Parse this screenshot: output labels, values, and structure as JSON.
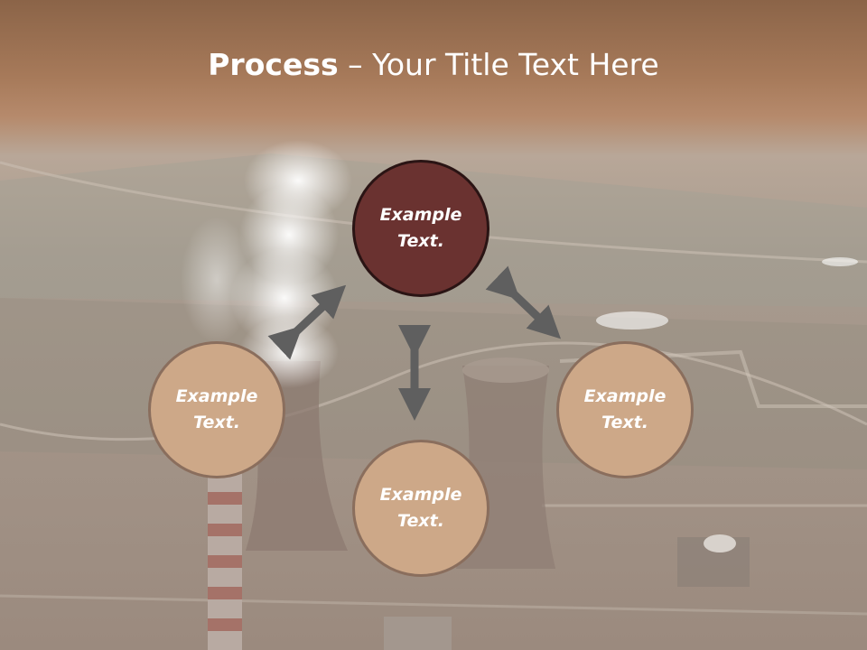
{
  "title": {
    "bold": "Process",
    "rest": " – Your Title Text Here"
  },
  "nodes": {
    "top": {
      "line1": "Example",
      "line2": "Text."
    },
    "left": {
      "line1": "Example",
      "line2": "Text."
    },
    "right": {
      "line1": "Example",
      "line2": "Text."
    },
    "bottom": {
      "line1": "Example",
      "line2": "Text."
    }
  },
  "colors": {
    "header_band": "#b58462",
    "top_node_fill": "#6a3230",
    "side_node_fill": "#cda888",
    "arrow": "#5f5f5f"
  }
}
